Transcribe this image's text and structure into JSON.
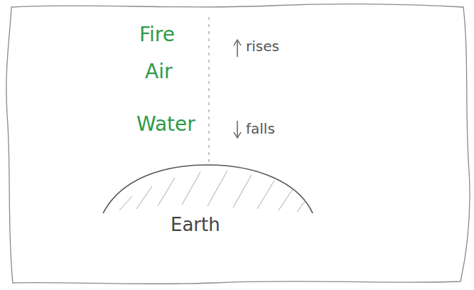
{
  "diagram": {
    "labels": [
      "Fire",
      "Air",
      "Water",
      "rises",
      "falls",
      "Earth"
    ]
  }
}
